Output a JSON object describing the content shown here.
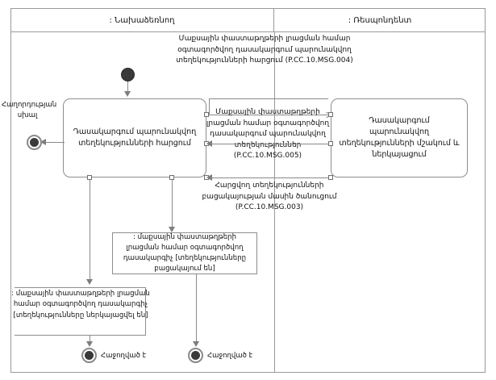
{
  "diagram": {
    "partitions": [
      {
        "name": "initiator",
        "label": ": Նախաձեռնող"
      },
      {
        "name": "respondent",
        "label": ": Ռեսպոնդենտ"
      }
    ],
    "messages": [
      {
        "id": "msg-004",
        "text": "Մաքսային փաստաթղթերի լրացման համար օգտագործվող դասակարգում պարունակվող տեղեկությունների հարցում (P.CC.10.MSG.004)"
      },
      {
        "id": "msg-005",
        "text": "Մաքսային փաստաթղթերի լրացման համար օգտագործվող դասակարգում պարունակվող տեղեկություններ (P.CC.10.MSG.005)"
      },
      {
        "id": "msg-003",
        "text": "Հարցվող տեղեկությունների բացակայության մասին ծանուցում (P.CC.10.MSG.003)"
      }
    ],
    "activities": [
      {
        "id": "activity-request",
        "text": "Դասակարգում պարունակվող տեղեկությունների հարցում"
      },
      {
        "id": "activity-process",
        "text": "Դասակարգում պարունակվող տեղեկությունների մշակում և ներկայացում"
      }
    ],
    "notes": [
      {
        "id": "note-absent",
        "text": ": մաքսային փաստաթղթերի լրացման համար օգտագործվող դասակարգիչ [տեղեկությունները բացակայում են]"
      },
      {
        "id": "note-presented",
        "text": ": մաքսային փաստաթղթերի լրացման համար օգտագործվող դասակարգիչ [տեղեկությունները ներկայացվել են]"
      }
    ],
    "error_label": "Հաղորդության սխալ",
    "end_nodes": [
      {
        "id": "end-left",
        "label": "Հաջողված է"
      },
      {
        "id": "end-right",
        "label": "Հաջողված է"
      }
    ]
  }
}
